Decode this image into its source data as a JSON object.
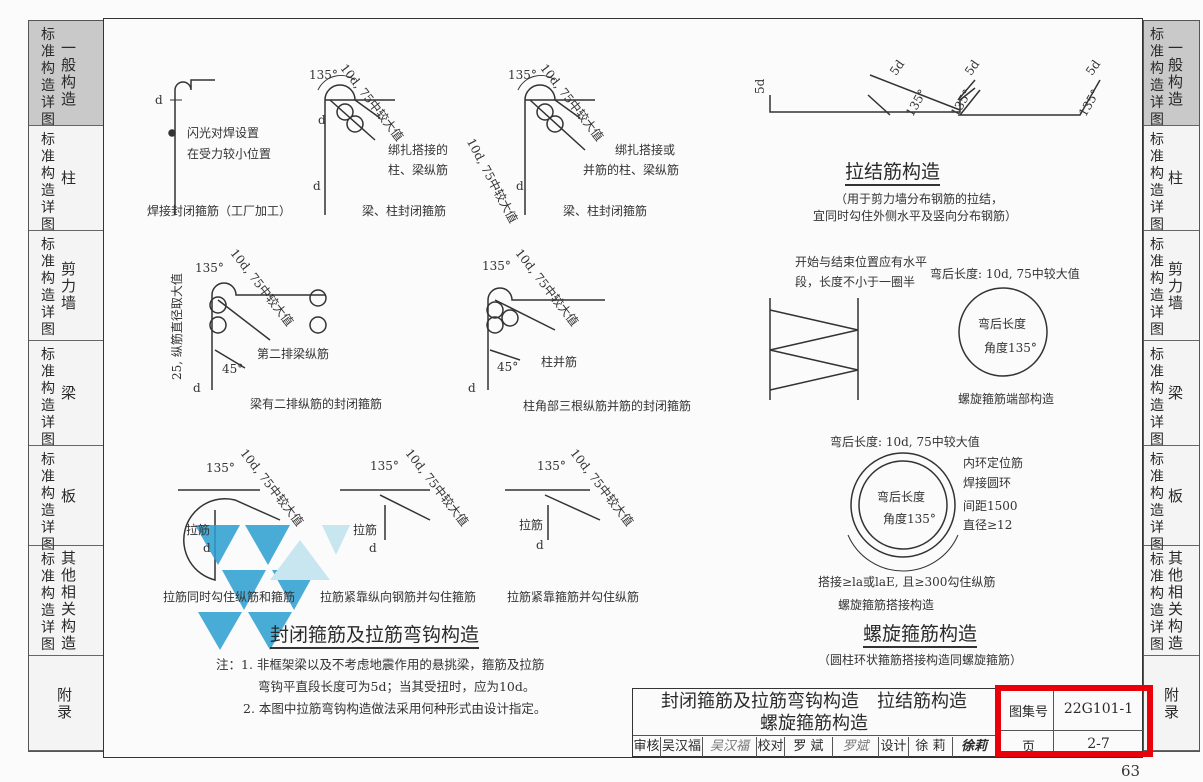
{
  "left_tabs": [
    {
      "a": "标准构造详图",
      "b": "一般构造",
      "active": true
    },
    {
      "a": "标准构造详图",
      "b": "柱"
    },
    {
      "a": "标准构造详图",
      "b": "剪力墙"
    },
    {
      "a": "标准构造详图",
      "b": "梁"
    },
    {
      "a": "标准构造详图",
      "b": "板"
    },
    {
      "a": "标准构造详图",
      "b": "其他相关构造"
    },
    {
      "a": "",
      "b": "附录"
    }
  ],
  "labels": [
    "d",
    "闪光对焊设置",
    "在受力较小位置",
    "焊接封闭箍筋（工厂加工）",
    "135°",
    "10d, 75中较大值",
    "d",
    "绑扎搭接的",
    "柱、梁纵筋",
    "d",
    "梁、柱封闭箍筋",
    "135°",
    "10d, 75中较大值",
    "10d, 75中较大值",
    "绑扎搭接或",
    "并筋的柱、梁纵筋",
    "d",
    "梁、柱封闭箍筋",
    "5d",
    "5d",
    "135°",
    "5d",
    "135°",
    "5d",
    "135°",
    "（用于剪力墙分布钢筋的拉结，",
    "宜同时勾住外侧水平及竖向分布钢筋）",
    "135°",
    "10d, 75中较大值",
    "25, 纵筋直径取大值",
    "第二排梁纵筋",
    "45°",
    "d",
    "梁有二排纵筋的封闭箍筋",
    "135°",
    "10d, 75中较大值",
    "柱并筋",
    "45°",
    "d",
    "柱角部三根纵筋并筋的封闭箍筋",
    "开始与结束位置应有水平",
    "段，长度不小于一圈半",
    "弯后长度: 10d, 75中较大值",
    "弯后长度",
    "角度135°",
    "螺旋箍筋端部构造",
    "135°",
    "10d, 75中较大值",
    "拉筋",
    "d",
    "拉筋同时勾住纵筋和箍筋",
    "135°",
    "10d, 75中较大值",
    "拉筋",
    "d",
    "拉筋紧靠纵向钢筋并勾住箍筋",
    "135°",
    "10d, 75中较大值",
    "拉筋",
    "d",
    "拉筋紧靠箍筋并勾住纵筋",
    "弯后长度: 10d, 75中较大值",
    "内环定位筋",
    "焊接圆环",
    "间距1500",
    "直径≥12",
    "弯后长度",
    "角度135°",
    "搭接≥la或laE, 且≥300勾住纵筋",
    "螺旋箍筋搭接构造",
    "（圆柱环状箍筋搭接构造同螺旋箍筋）"
  ],
  "titles": {
    "lashing": "拉结筋构造",
    "hoop": "封闭箍筋及拉筋弯钩构造",
    "spiral": "螺旋箍筋构造"
  },
  "notes": [
    "注：1. 非框架梁以及不考虑地震作用的悬挑梁，箍筋及拉筋",
    "弯钩平直段长度可为5d；当其受扭时，应为10d。",
    "2. 本图中拉筋弯钩构造做法采用何种形式由设计指定。"
  ],
  "title_block": {
    "title_line1": "封闭箍筋及拉筋弯钩构造　拉结筋构造",
    "title_line2": "螺旋箍筋构造",
    "atlas_label": "图集号",
    "atlas_no": "22G101-1",
    "page_label": "页",
    "page_no": "2-7",
    "sign": [
      "审核",
      "吴汉福",
      "吴汉福",
      "校对",
      "罗 斌",
      "罗斌",
      "设计",
      "徐 莉",
      "徐莉"
    ]
  },
  "page_number": "63",
  "colors": {
    "highlight_box": "#e8000b",
    "watermark": "#2a9fd0"
  }
}
